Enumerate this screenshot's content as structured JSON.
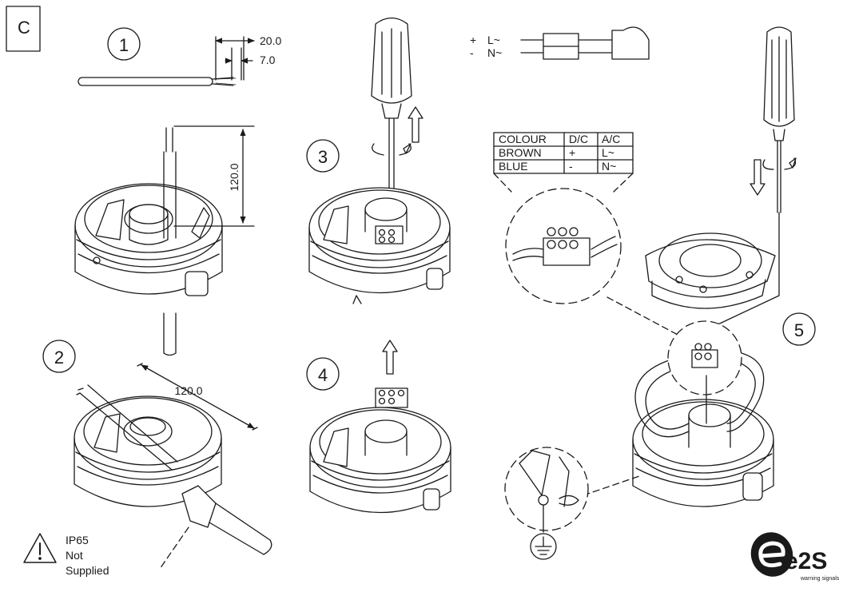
{
  "panel_letter": "C",
  "steps": [
    "1",
    "2",
    "3",
    "4",
    "5"
  ],
  "dimensions": {
    "strip_outer": "20.0",
    "strip_inner": "7.0",
    "vertical_length": "120.0",
    "cable_length": "120.0"
  },
  "wiring_legend": {
    "plus": "+",
    "minus": "-",
    "live": "L~",
    "neutral": "N~"
  },
  "colour_table": {
    "headers": [
      "COLOUR",
      "D/C",
      "A/C"
    ],
    "rows": [
      [
        "BROWN",
        "+",
        "L~"
      ],
      [
        "BLUE",
        "-",
        "N~"
      ]
    ]
  },
  "warning": {
    "line1": "IP65",
    "line2": "Not",
    "line3": "Supplied"
  },
  "logo": {
    "text": "e2S",
    "tagline": "warning signals"
  },
  "colors": {
    "ink": "#1a1a1a",
    "paper": "#ffffff"
  },
  "icons": [
    "warning-triangle-icon",
    "earth-ground-icon",
    "screwdriver-icon",
    "arrow-up-icon",
    "arrow-down-icon",
    "rotate-arrow-icon"
  ]
}
